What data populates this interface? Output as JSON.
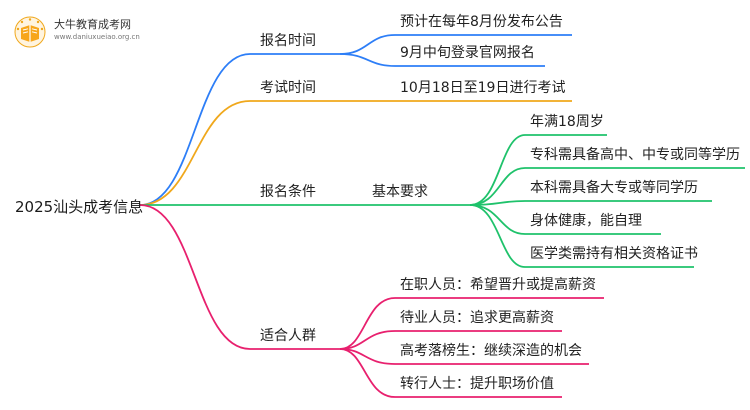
{
  "brand": {
    "name": "大牛教育成考网",
    "url": "www.daniuxueiao.org.cn"
  },
  "root": {
    "label": "2025汕头成考信息"
  },
  "branches": [
    {
      "label": "报名时间",
      "color": "#2d7ef7",
      "children": [
        {
          "label": "预计在每年8月份发布公告"
        },
        {
          "label": "9月中旬登录官网报名"
        }
      ]
    },
    {
      "label": "考试时间",
      "color": "#f0a81c",
      "children": [
        {
          "label": "10月18日至19日进行考试"
        }
      ]
    },
    {
      "label": "报名条件",
      "color": "#1fc26b",
      "children": [
        {
          "label": "基本要求",
          "children": [
            {
              "label": "年满18周岁"
            },
            {
              "label": "专科需具备高中、中专或同等学历"
            },
            {
              "label": "本科需具备大专或等同学历"
            },
            {
              "label": "身体健康，能自理"
            },
            {
              "label": "医学类需持有相关资格证书"
            }
          ]
        }
      ]
    },
    {
      "label": "适合人群",
      "color": "#e8206e",
      "children": [
        {
          "label": "在职人员：希望晋升或提高薪资"
        },
        {
          "label": "待业人员：追求更高薪资"
        },
        {
          "label": "高考落榜生：继续深造的机会"
        },
        {
          "label": "转行人士：提升职场价值"
        }
      ]
    }
  ]
}
